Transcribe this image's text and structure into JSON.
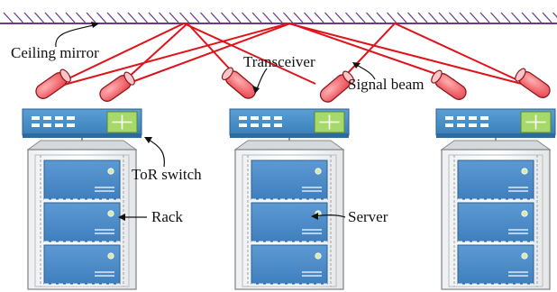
{
  "labels": {
    "ceiling_mirror": "Ceiling mirror",
    "transceiver": "Transceiver",
    "signal_beam": "Signal beam",
    "tor_switch": "ToR switch",
    "rack": "Rack",
    "server": "Server"
  },
  "colors": {
    "mirror_line": "#6b3a8c",
    "beam": "#e0121a",
    "transceiver_fill": "#e8434a",
    "switch_fill": "#4a90c6",
    "switch_port": "#ffffff",
    "switch_icon": "#a6d96a",
    "server_fill": "#4f8fcc",
    "rack_frame": "#b8bcc0"
  },
  "icons": {
    "switch_symbol": "four-arrows-icon"
  }
}
